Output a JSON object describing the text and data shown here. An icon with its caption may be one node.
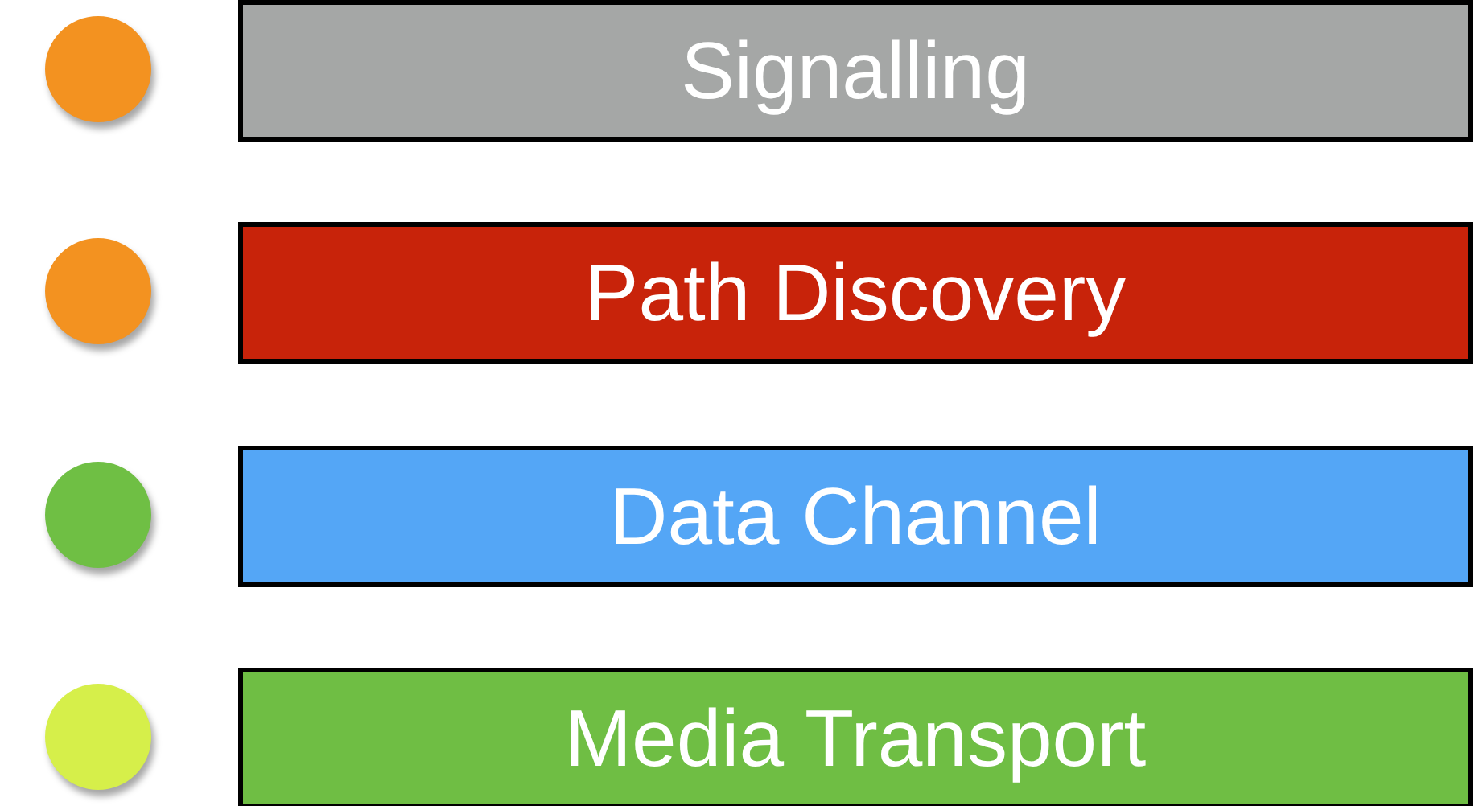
{
  "diagram": {
    "nodes": [
      {
        "text": [],
        "shape": "circle"
      },
      {
        "text": [
          "Signalling"
        ]
      },
      {
        "text": [],
        "shape": "circle"
      },
      {
        "text": [
          "Path Discovery"
        ]
      },
      {
        "text": [],
        "shape": "circle"
      },
      {
        "text": [
          "Data Channel"
        ]
      },
      {
        "text": [],
        "shape": "circle"
      },
      {
        "text": [
          "Media Transport"
        ]
      }
    ]
  }
}
